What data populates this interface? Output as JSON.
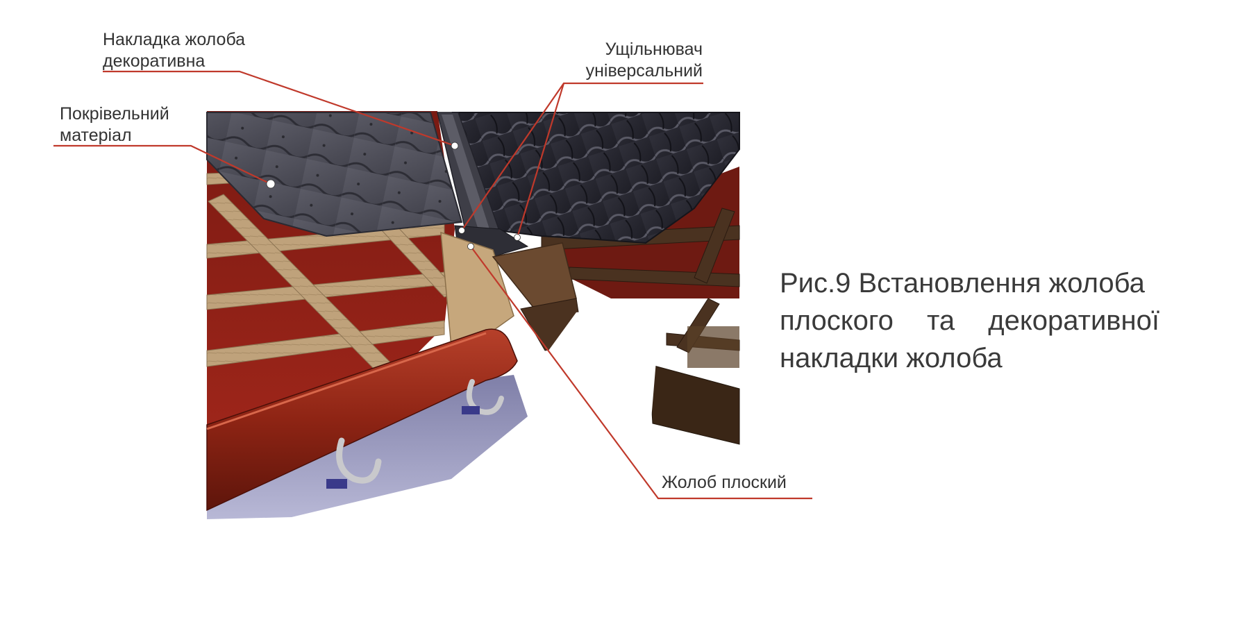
{
  "labels": {
    "gutter_overlay": {
      "line1": "Накладка жолоба",
      "line2": "декоративна"
    },
    "roofing_material": {
      "line1": "Покрівельний",
      "line2": "матеріал"
    },
    "universal_sealant": {
      "line1": "Ущільнювач",
      "line2": "універсальний"
    },
    "flat_gutter": {
      "line1": "Жолоб плоский"
    }
  },
  "caption": {
    "line1": "Рис.9 Встановлення жолоба",
    "line2": "плоского та декоративної",
    "line3": "накладки жолоба"
  },
  "colors": {
    "leader_line": "#c0392b",
    "underlay": "#8e1f17",
    "batten": "#b49a74",
    "tile_dark": "#3b3b44",
    "sheet_metal": "#5a5a63",
    "gutter": "#9a2a1a",
    "hook": "#c9c9cc"
  }
}
